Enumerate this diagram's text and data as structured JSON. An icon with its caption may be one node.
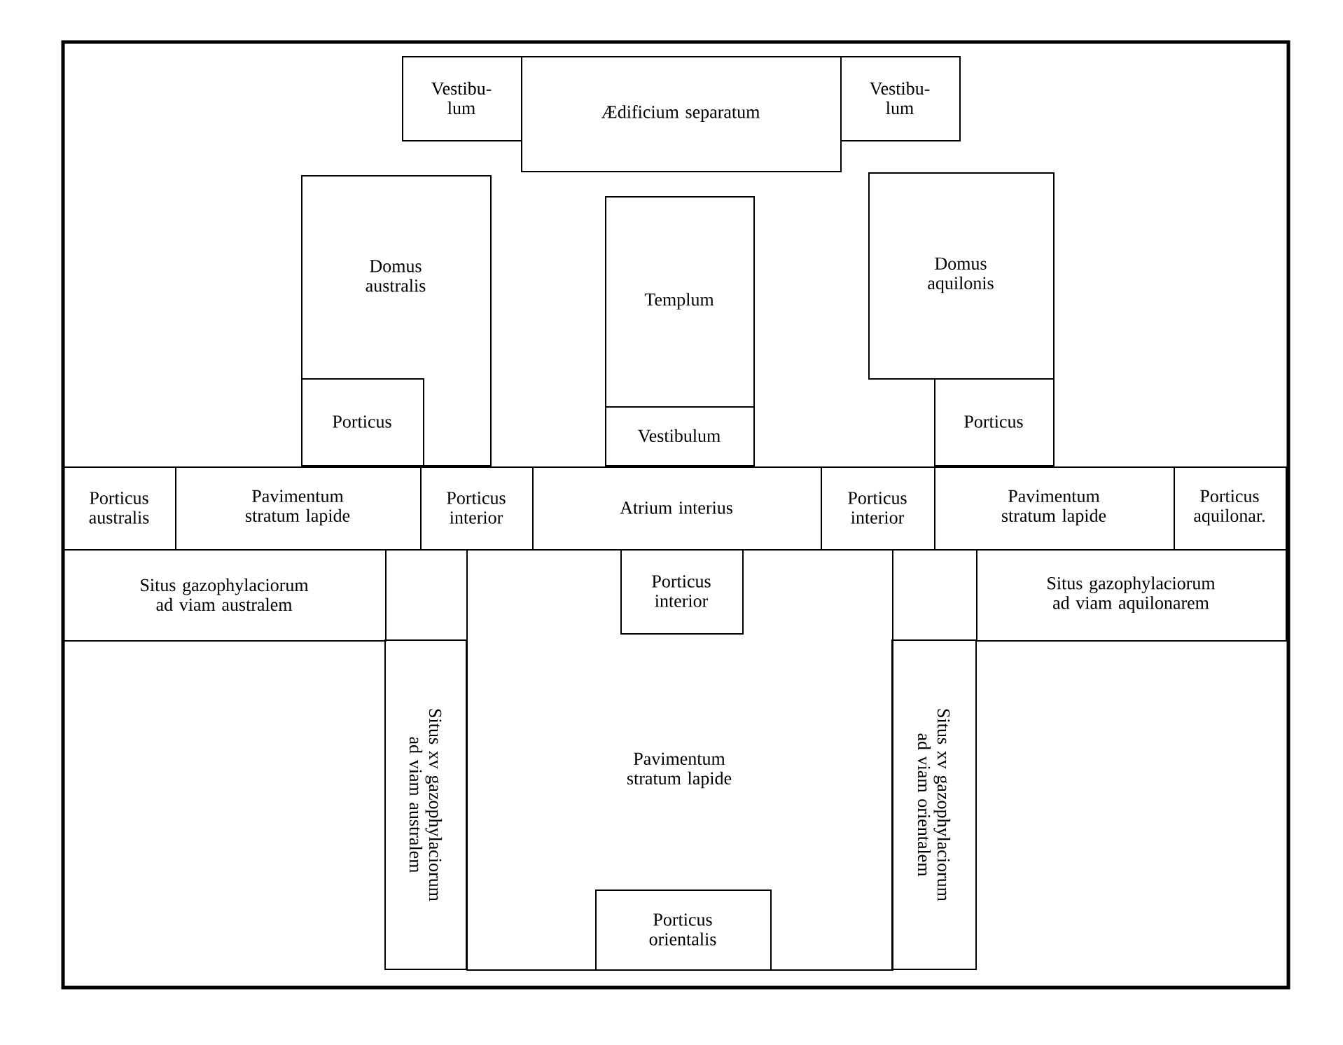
{
  "diagram": {
    "nodes": [
      {
        "text": [
          "Vestibu- lum"
        ]
      },
      {
        "text": [
          "Ædificium separatum"
        ]
      },
      {
        "text": [
          "Vestibu- lum"
        ]
      },
      {
        "text": [
          "Domus australis"
        ]
      },
      {
        "text": [
          "Templum"
        ]
      },
      {
        "text": [
          "Domus aquilonis"
        ]
      },
      {
        "text": [
          "Porticus"
        ],
        "in": 3
      },
      {
        "text": [
          "Vestibulum"
        ]
      },
      {
        "text": [
          "Porticus"
        ]
      },
      {
        "text": [
          "Porticus australis"
        ]
      },
      {
        "text": [
          "Pavimentum stratum lapide"
        ]
      },
      {
        "text": [
          "Porticus interior"
        ]
      },
      {
        "text": [
          "Atrium interius"
        ]
      },
      {
        "text": [
          "Porticus interior"
        ]
      },
      {
        "text": [
          "Pavimentum stratum lapide"
        ]
      },
      {
        "text": [
          "Porticus aquilonar."
        ]
      },
      {
        "text": [
          "Situs gazophylaciorum ad viam australem"
        ]
      },
      {
        "text": [
          "Pavimentum stratum lapide"
        ]
      },
      {
        "text": [
          "Porticus interior"
        ],
        "in": 17
      },
      {
        "text": [
          "Situs gazophylaciorum ad viam aquilonarem"
        ]
      },
      {
        "text": [
          "Situs xv gazophylaciorum ad viam australem"
        ]
      },
      {
        "text": [
          "Situs xv gazophylaciorum ad viam orientalem"
        ]
      },
      {
        "text": [
          "Porticus orientalis"
        ],
        "in": 17
      }
    ]
  }
}
